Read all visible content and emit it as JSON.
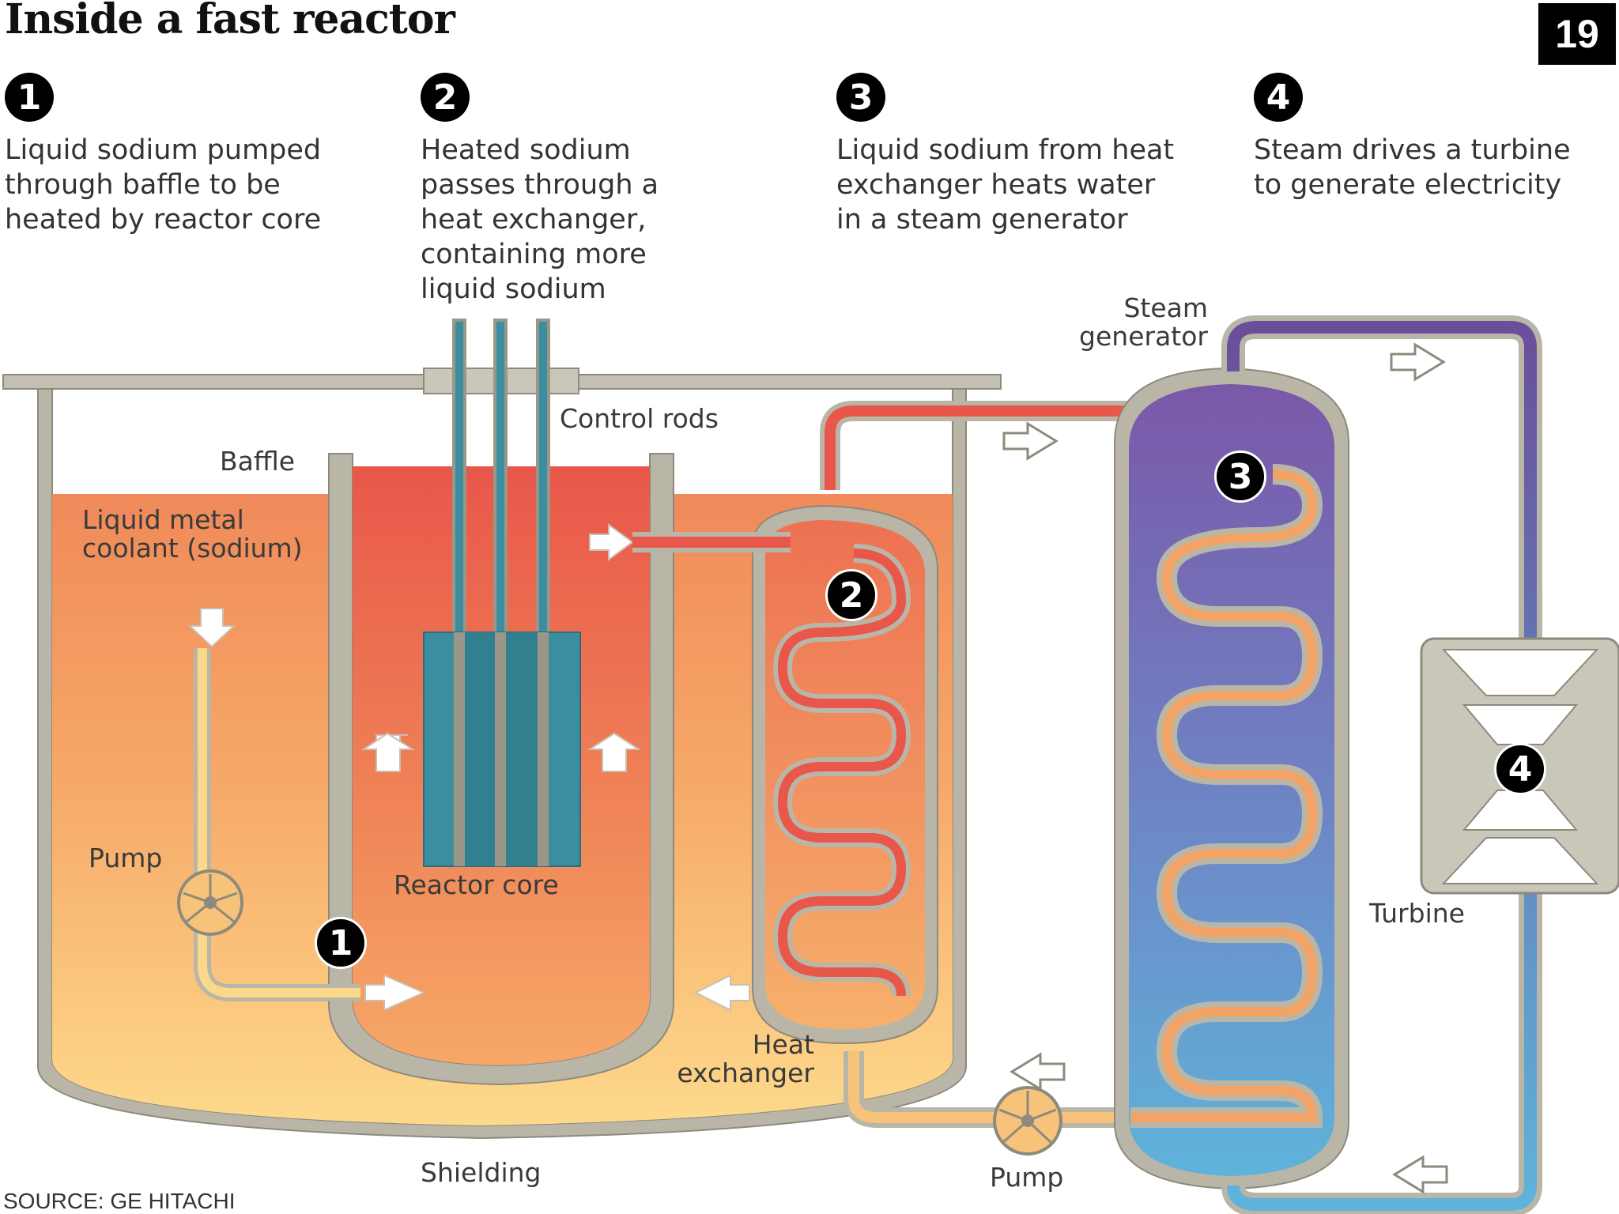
{
  "title": "Inside a fast reactor",
  "page_number": "19",
  "steps": [
    {
      "number": "1",
      "text": "Liquid sodium pumped through baffle to be heated by reactor core"
    },
    {
      "number": "2",
      "text": "Heated sodium passes through a heat exchanger, containing more liquid sodium"
    },
    {
      "number": "3",
      "text": "Liquid sodium from heat exchanger heats water in a steam generator"
    },
    {
      "number": "4",
      "text": "Steam drives a turbine to generate electricity"
    }
  ],
  "labels": {
    "steam_generator": "Steam generator",
    "control_rods": "Control rods",
    "baffle": "Baffle",
    "coolant": "Liquid metal coolant (sodium)",
    "pump_left": "Pump",
    "reactor_core": "Reactor core",
    "heat_exchanger": "Heat exchanger",
    "shielding": "Shielding",
    "pump_bottom": "Pump",
    "turbine": "Turbine"
  },
  "source": "SOURCE: GE HITACHI",
  "colors": {
    "hot_red": "#e8574a",
    "warm_orange": "#f3a366",
    "pale_yellow": "#fcd98a",
    "steam_purple": "#7a58a8",
    "water_blue": "#5fb3da",
    "core_teal": "#3a8ea0",
    "vessel_grey": "#b9b6a8"
  }
}
